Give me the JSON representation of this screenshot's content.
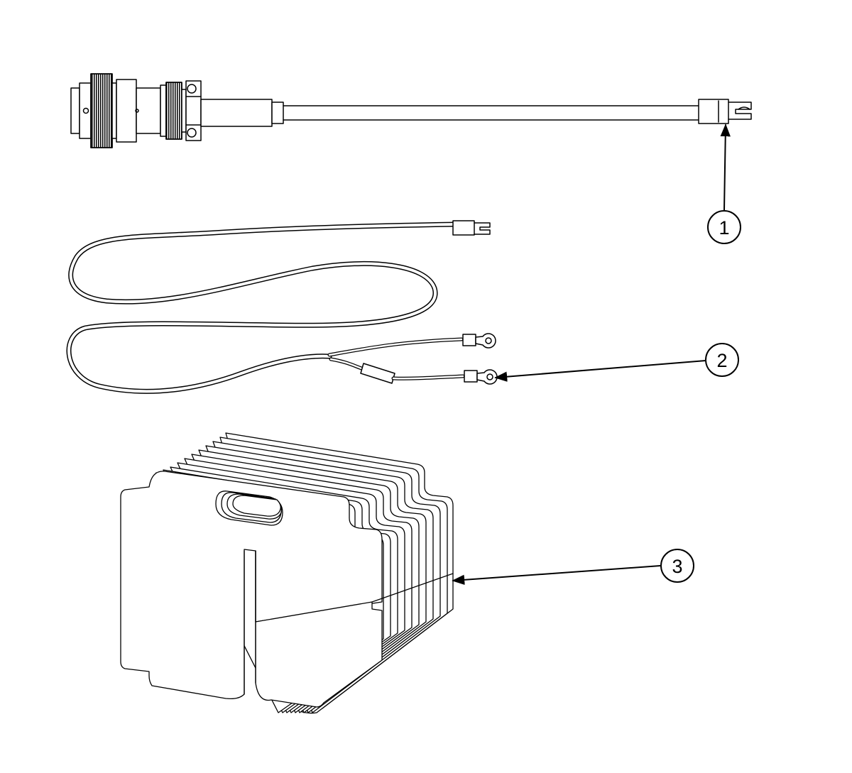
{
  "colors": {
    "line": "#000000",
    "background": "#ffffff"
  },
  "parts": [
    {
      "id": "cable-assembly",
      "callout": "1"
    },
    {
      "id": "ground-lead-assembly",
      "callout": "2"
    },
    {
      "id": "laminated-shim-pack",
      "callout": "3"
    }
  ]
}
